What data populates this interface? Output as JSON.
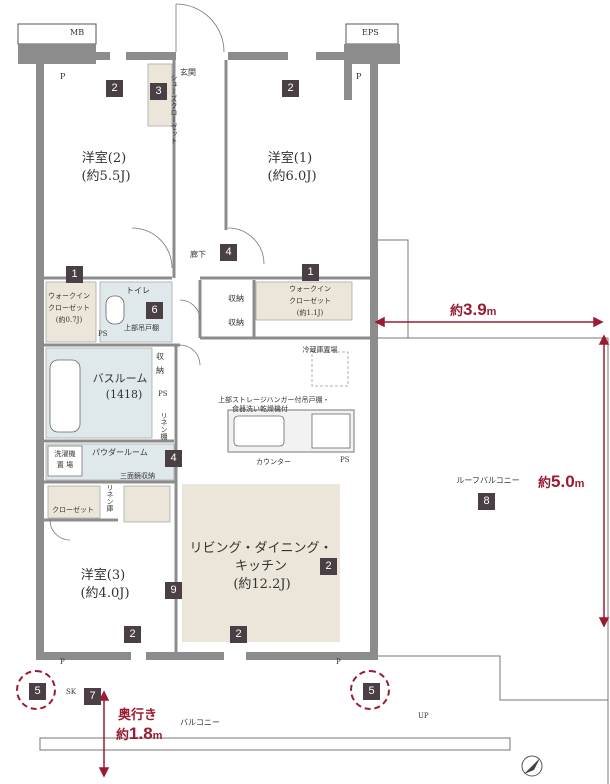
{
  "title": "",
  "rooms": {
    "western_2": {
      "name": "洋室(2)",
      "size": "(約5.5J)",
      "badge": "2"
    },
    "western_1": {
      "name": "洋室(1)",
      "size": "(約6.0J)",
      "badge": "2"
    },
    "western_3": {
      "name": "洋室(3)",
      "size": "(約4.0J)",
      "badges": [
        "2",
        "9"
      ]
    },
    "ldk": {
      "name": "リビング・ダイニング・",
      "name2": "キッチン",
      "size": "(約12.2J)",
      "badges": [
        "2",
        "2"
      ]
    },
    "bathroom": {
      "name": "バスルーム",
      "size": "(1418)"
    },
    "powder_room": {
      "name": "パウダールーム",
      "badge": "4"
    },
    "toilet": {
      "name": "トイレ",
      "badge": "6",
      "note": "上部吊戸棚"
    },
    "hallway": {
      "name": "廊下",
      "badge": "4"
    },
    "entrance": {
      "name": "玄関",
      "shoe_closet": "シューズクローゼット",
      "badge": "3"
    },
    "walkin_left": {
      "name1": "ウォークイン",
      "name2": "クローゼット",
      "size": "(約0.7J)",
      "badge": "1"
    },
    "walkin_right": {
      "name1": "ウォークイン",
      "name2": "クローゼット",
      "size": "(約1.1J)",
      "badge": "1"
    },
    "roof_balcony": {
      "name": "ルーフバルコニー",
      "badge": "8"
    },
    "balcony": {
      "name": "バルコニー"
    }
  },
  "labels": {
    "storage": "収納",
    "storage_vertical_1": "収",
    "storage_vertical_2": "納",
    "fridge": "冷蔵庫置場",
    "kitchen_note_1": "上部ストレージハンガー付吊戸棚・",
    "kitchen_note_2": "食器洗い乾燥機付",
    "counter": "カウンター",
    "ps": "PS",
    "linen": "リネン棚",
    "linen_closet": "リネン庫",
    "washer": "洗濯機置場",
    "washer_1": "洗濯機",
    "washer_2": "置 場",
    "mirror_cabinet": "三面鏡収納",
    "closet": "クローゼット",
    "mb": "MB",
    "eps": "EPS",
    "sk": "SK",
    "p": "P",
    "up": "UP"
  },
  "badges": {
    "hall_top_left": "2",
    "hall_top_right": "2",
    "ldk_window": "2",
    "sk": "7",
    "col_left": "5",
    "col_right": "5"
  },
  "dimensions": {
    "width": {
      "prefix": "約",
      "value": "3.9",
      "unit": "m"
    },
    "depth": {
      "prefix": "約",
      "value": "5.0",
      "unit": "m"
    },
    "balcony_depth_label": "奥行き",
    "balcony_depth": {
      "prefix": "約",
      "value": "1.8",
      "unit": "m"
    }
  },
  "colors": {
    "wall": "#8c8c8c",
    "badge": "#4a3f44",
    "accent": "#9b1b32",
    "closet": "#ebe6d9",
    "wet": "#dfe9ec",
    "ldk_floor": "#ebe6d9"
  }
}
